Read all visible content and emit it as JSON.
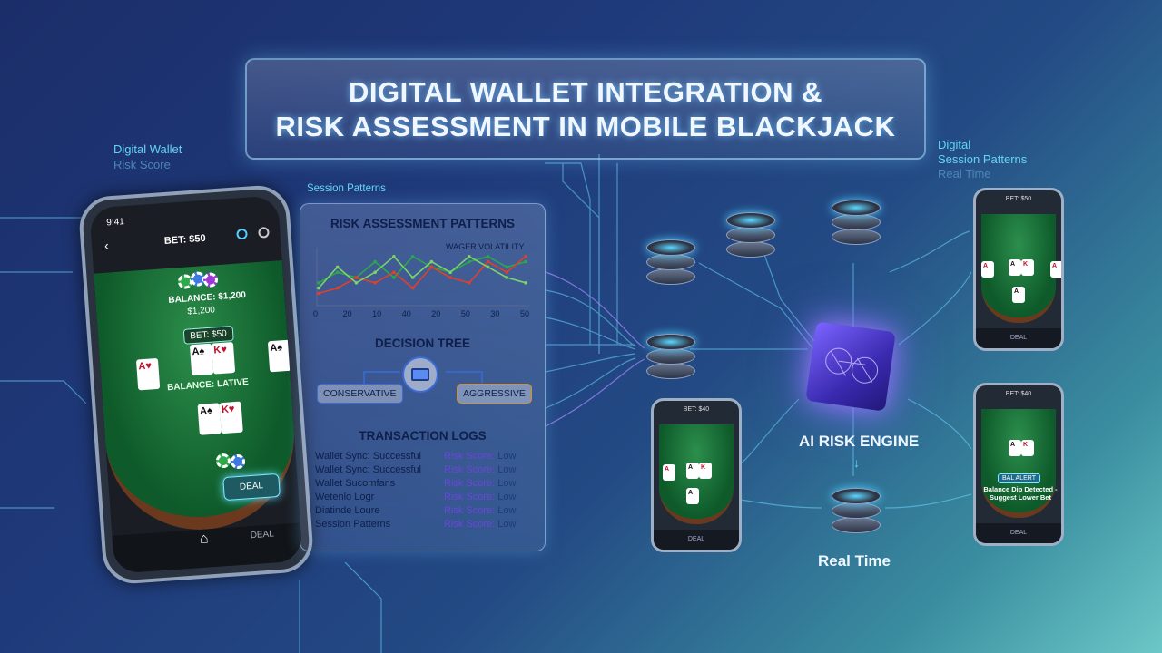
{
  "title": {
    "line1": "DIGITAL WALLET INTEGRATION &",
    "line2": "RISK ASSESSMENT IN MOBILE BLACKJACK"
  },
  "side_labels": {
    "left_top": "Digital Wallet",
    "left_sub": "Risk Score",
    "session_patterns": "Session Patterns",
    "right_top": "Digital",
    "right_mid": "Session Patterns",
    "right_sub": "Real Time"
  },
  "main_phone": {
    "time": "9:41",
    "bet_header": "BET: $50",
    "balance_label": "BALANCE: $1,200",
    "balance_sub": "$1,200",
    "bet_pill": "BET: $50",
    "arc_text": "BALANCE: LATIVE",
    "deal_button": "DEAL",
    "nav_deal": "DEAL"
  },
  "panel": {
    "chart_title": "RISK ASSESSMENT PATTERNS",
    "chart_sub": "WAGER VOLATILITY",
    "x_ticks": [
      "0",
      "20",
      "10",
      "40",
      "20",
      "50",
      "30",
      "50"
    ],
    "decision_title": "DECISION TREE",
    "left_branch": "CONSERVATIVE",
    "right_branch": "AGGRESSIVE",
    "logs_title": "TRANSACTION LOGS",
    "logs": [
      {
        "event": "Wallet Sync: Successful",
        "risk_label": "Risk Score:",
        "risk": "Low"
      },
      {
        "event": "Wallet Sync: Successful",
        "risk_label": "Risk Score:",
        "risk": "Low"
      },
      {
        "event": "Wallet Sucomfans",
        "risk_label": "Risk Score:",
        "risk": "Low"
      },
      {
        "event": "Wetenlo Logr",
        "risk_label": "Risk Score:",
        "risk": "Low"
      },
      {
        "event": "Diatinde Loure",
        "risk_label": "Risk Score:",
        "risk": "Low"
      },
      {
        "event": "Session Patterns",
        "risk_label": "Risk Score:",
        "risk": "Low"
      }
    ]
  },
  "chart_data": {
    "type": "line",
    "title": "RISK ASSESSMENT PATTERNS",
    "subtitle": "WAGER VOLATILITY",
    "categories": [
      "0",
      "20",
      "10",
      "40",
      "20",
      "50",
      "30",
      "50"
    ],
    "series": [
      {
        "color": "#2aa84a",
        "values": [
          4,
          6,
          5,
          8,
          5,
          9,
          7,
          6,
          8,
          9,
          7,
          8
        ]
      },
      {
        "color": "#e0402a",
        "values": [
          2,
          3,
          5,
          4,
          6,
          3,
          7,
          5,
          4,
          8,
          6,
          9
        ]
      },
      {
        "color": "#7bd36a",
        "values": [
          3,
          7,
          4,
          6,
          9,
          5,
          8,
          6,
          9,
          7,
          5,
          4
        ]
      }
    ],
    "grid": false
  },
  "engine": {
    "label": "AI RISK ENGINE",
    "realtime": "Real Time"
  },
  "small_phones": [
    {
      "top": "BET: $50",
      "nav": "DEAL"
    },
    {
      "top": "BET: $40",
      "nav": "DEAL"
    },
    {
      "top": "BET: $40",
      "nav": "DEAL",
      "alert": "BAL ALERT",
      "alert_msg": "Balance Dip Detected - Suggest Lower Bet"
    }
  ],
  "colors": {
    "accent": "#5fd8f5",
    "engine": "#7b64ff",
    "felt": "#1f7a3c",
    "panel_text": "#0e1f4a"
  }
}
